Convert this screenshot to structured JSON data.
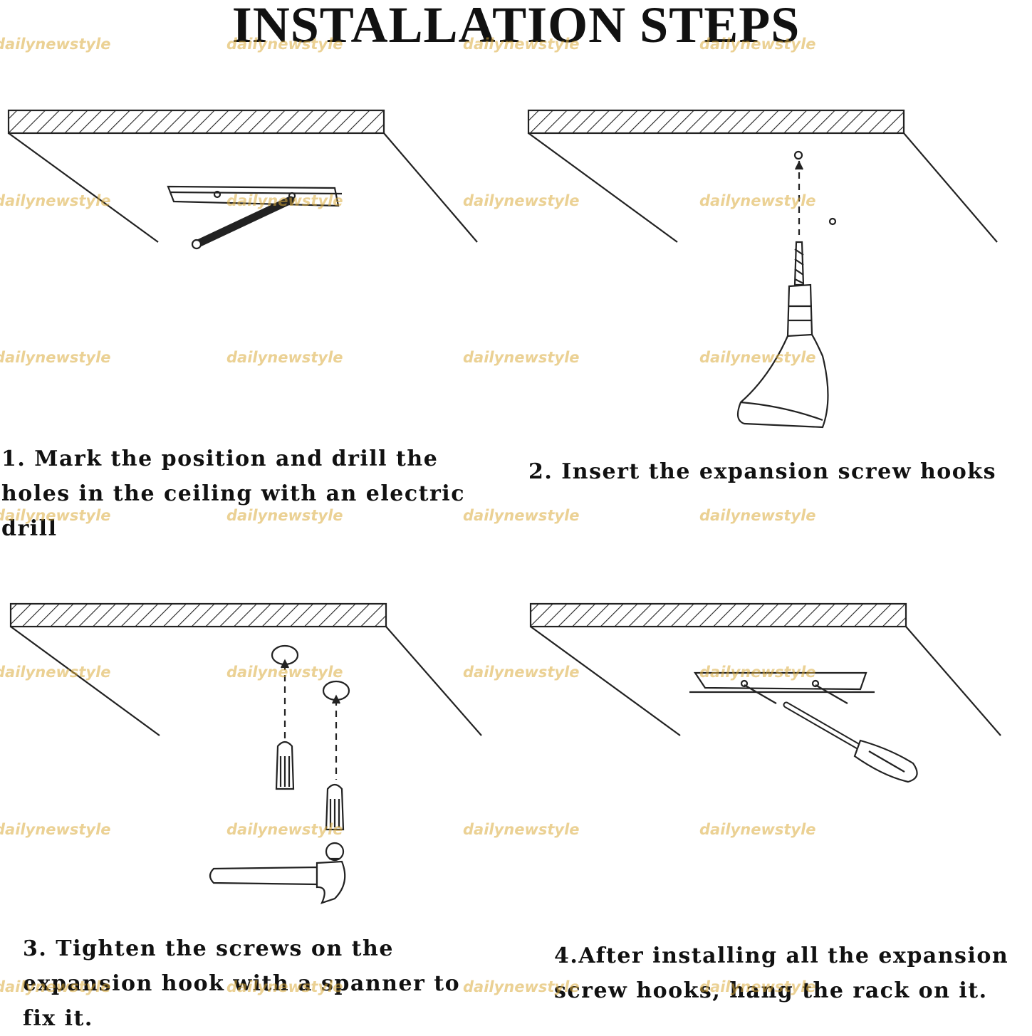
{
  "title": "INSTALLATION STEPS",
  "steps": [
    {
      "caption": "1. Mark the position and drill the holes in the ceiling with an electric drill"
    },
    {
      "caption": "2. Insert the expansion screw hooks"
    },
    {
      "caption": "3. Tighten the screws on the expansion hook with a spanner to fix it."
    },
    {
      "caption": "4.After installing all the expansion screw hooks, hang the rack on it."
    }
  ],
  "watermark": {
    "text": "dailynewstyle",
    "color": "#daac3c"
  }
}
